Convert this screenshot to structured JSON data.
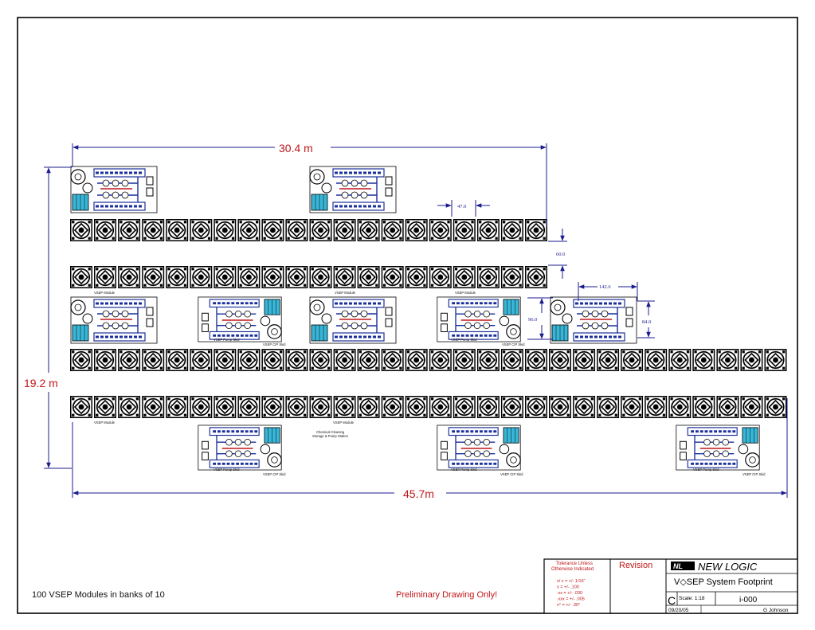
{
  "dimensions": {
    "top_width": "30.4 m",
    "height": "19.2 m",
    "bottom_width": "45.7m",
    "module_spacing": "47.0",
    "row_gap": "60.0",
    "skid_width": "142.6",
    "skid_height_left": "96.0",
    "skid_height_right": "84.0"
  },
  "labels": {
    "vsep_module": "VSEP Module",
    "vsep_pump_skid": "VSEP Pump Skid",
    "vsep_cip_skid": "VSEP CIP Skid",
    "chem_line1": "Chemical Cleaning",
    "chem_line2": "Storage & Pump Station"
  },
  "notes": {
    "module_count": "100 VSEP Modules in banks of 10",
    "preliminary": "Preliminary Drawing Only!"
  },
  "title_block": {
    "tolerance_heading_1": "Tolerance Unless",
    "tolerance_heading_2": "Otherwise Indicated",
    "tolerances": [
      "x/ x = +/- 1/16\"",
      "x = +/- .100",
      ".xx = +/- .030",
      ".xxx = +/- .005",
      "x° = +/- .30°"
    ],
    "revision_label": "Revision",
    "company": "NEW LOGIC",
    "title": "V◇SEP System Footprint",
    "size": "C",
    "scale": "Scale: 1:18",
    "drawing_number": "i-000",
    "date": "09/20/05",
    "author": "G Johnson"
  },
  "colors": {
    "dimension_line": "#1b1b8f",
    "dimension_text": "#c0171a",
    "equipment_blue": "#1a2f9a",
    "tank_cyan": "#38b6d8",
    "outline": "#000000"
  }
}
